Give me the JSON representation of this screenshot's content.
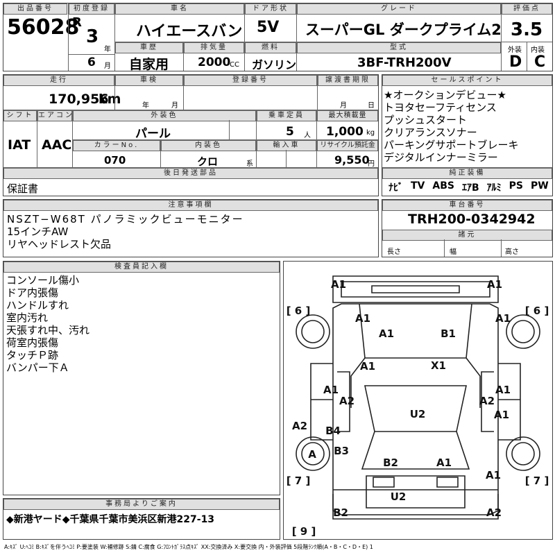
{
  "header": {
    "lot_label": "出品番号",
    "lot_no": "56028",
    "first_reg_label": "初度登録",
    "era": "R",
    "year": "3",
    "year_unit": "年",
    "month": "6",
    "month_unit": "月",
    "model_label": "車名",
    "model": "ハイエースバン",
    "door_label": "ドア形状",
    "door": "5V",
    "grade_label": "グレード",
    "grade": "スーパーGL ダークプライム2",
    "score_label": "評価点",
    "score": "3.5",
    "history_label": "車歴",
    "history": "自家用",
    "disp_label": "排気量",
    "disp": "2000",
    "disp_unit": "CC",
    "fuel_label": "燃料",
    "fuel": "ガソリン",
    "type_label": "型式",
    "type_code": "3BF-TRH200V",
    "ext_label": "外装",
    "int_label": "内装",
    "ext": "D",
    "int": "C"
  },
  "row2": {
    "mileage_label": "走行",
    "mileage": "170,956",
    "mileage_unit": "km",
    "inspect_label": "車検",
    "inspect_year": "年",
    "inspect_month": "月",
    "regno_label": "登録番号",
    "deadline_label": "譲渡書期限",
    "deadline_month": "月",
    "deadline_day": "日",
    "shift_label": "シフト",
    "shift": "IAT",
    "ac_label": "エアコン",
    "ac": "AAC",
    "color_label": "外装色",
    "color": "パール",
    "capacity_label": "乗車定員",
    "capacity": "5",
    "capacity_unit": "人",
    "load_label": "最大積載量",
    "load": "1,000",
    "load_unit": "kg",
    "colorno_label": "カラーNo.",
    "colorno": "070",
    "intcolor_label": "内装色",
    "intcolor": "クロ",
    "intcolor_unit": "系",
    "import_label": "輸入車",
    "recycle_label": "リサイクル預託金",
    "recycle": "9,550",
    "recycle_unit": "円",
    "later_label": "後日発送部品",
    "later": "保証書"
  },
  "sales": {
    "label": "セールスポイント",
    "items": [
      "★オークションデビュー★",
      "トヨタセーフティセンス",
      "プッシュスタート",
      "クリアランスソナー",
      "パーキングサポートブレーキ",
      "デジタルインナーミラー"
    ]
  },
  "equip": {
    "label": "純正装備",
    "items": [
      "ﾅﾋﾞ",
      "TV",
      "ABS",
      "ｴｱB",
      "ｱﾙﾐ",
      "PS",
      "PW"
    ]
  },
  "caution": {
    "label": "注意事項欄",
    "lines": [
      "NSZT−W68T パノラミックビューモニター",
      "15インチAW",
      "リヤヘッドレスト欠品"
    ]
  },
  "chassis": {
    "label": "車台番号",
    "value": "TRH200-0342942",
    "dims_label": "諸元",
    "length": "長さ",
    "width": "幅",
    "height": "高さ"
  },
  "inspector": {
    "label": "検査員記入欄",
    "lines": [
      "コンソール傷小",
      "ドア内張傷",
      "ハンドルすれ",
      "室内汚れ",
      "天張すれ中、汚れ",
      "荷室内張傷",
      "タッチＰ跡",
      "バンパー下Ａ"
    ]
  },
  "diagram": {
    "marks": [
      "A1",
      "A1",
      "[ 6 ]",
      "[ 6 ]",
      "A1",
      "A1",
      "A1",
      "B1",
      "A1",
      "X1",
      "A1",
      "A1",
      "A2",
      "A2",
      "A2",
      "U2",
      "A1",
      "B4",
      "B3",
      "A",
      "B2",
      "A1",
      "[ 7 ]",
      "[ 7 ]",
      "A1",
      "U2",
      "B2",
      "A2",
      "[ 9 ]"
    ]
  },
  "office": {
    "label": "事務局よりご案内",
    "text": "◆新港ヤード◆千葉県千葉市美浜区新港227-13"
  },
  "legend": "A:ｷｽﾞ U:ﾍｺﾐ B:ｷｽﾞを伴うﾍｺﾐ P:要塗装 W:補修跡 S:錆 C:腐食 G:ﾌﾛﾝﾄｶﾞﾗｽ点ｷｽﾞ XX:交換済み X:要交換 内・外装評価 5段階ﾗﾝｸ順(A・B・C・D・E) 1"
}
